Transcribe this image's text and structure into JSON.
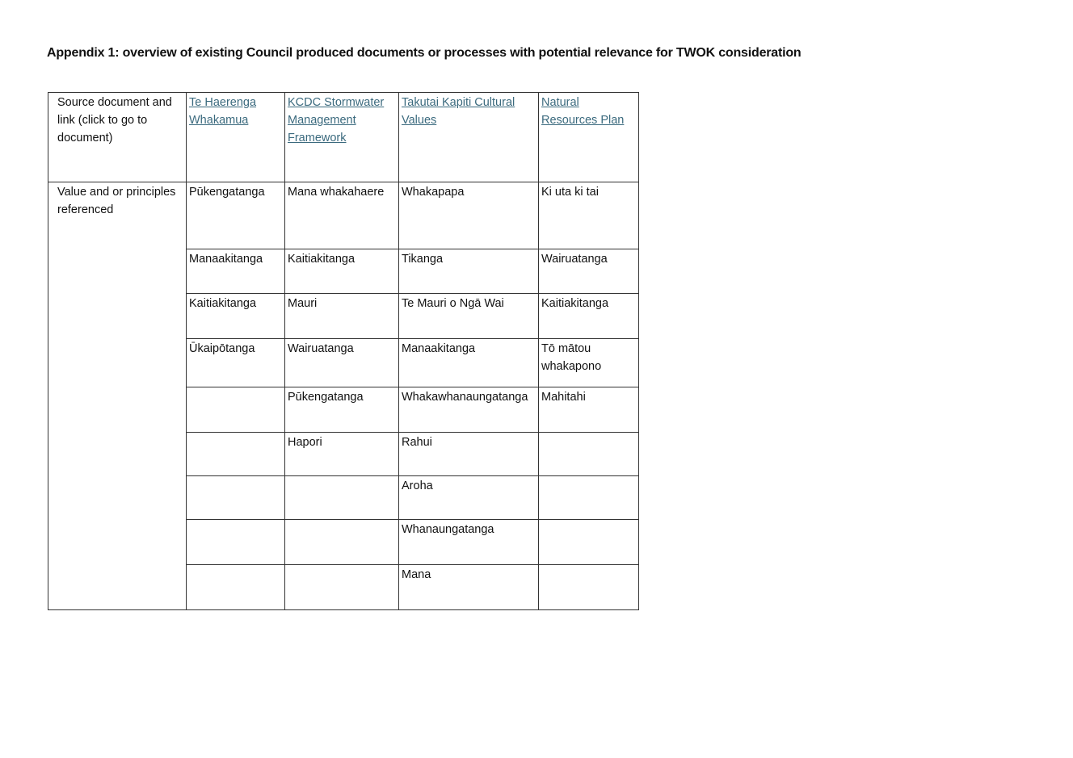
{
  "title": "Appendix 1: overview of existing Council produced documents or processes with potential relevance for TWOK consideration",
  "table": {
    "header_row_label": "Source document and link (click to go to document)",
    "values_row_label": "Value and or principles referenced",
    "documents": [
      "Te Haerenga Whakamua",
      "KCDC Stormwater Management Framework",
      "Takutai Kapiti Cultural Values",
      "Natural Resources Plan"
    ],
    "rows": [
      [
        "Pūkengatanga",
        "Mana whakahaere",
        "Whakapapa",
        "Ki uta ki tai"
      ],
      [
        "Manaakitanga",
        "Kaitiakitanga",
        "Tikanga",
        "Wairuatanga"
      ],
      [
        "Kaitiakitanga",
        "Mauri",
        "Te Mauri o Ngā Wai",
        "Kaitiakitanga"
      ],
      [
        "Ūkaipōtanga",
        "Wairuatanga",
        "Manaakitanga",
        "Tō mātou whakapono"
      ],
      [
        "",
        "Pūkengatanga",
        "Whakawhanaungatanga",
        "Mahitahi"
      ],
      [
        "",
        "Hapori",
        "Rahui",
        ""
      ],
      [
        "",
        "",
        "Aroha",
        ""
      ],
      [
        "",
        "",
        "Whanaungatanga",
        ""
      ],
      [
        "",
        "",
        "Mana",
        ""
      ]
    ]
  },
  "colors": {
    "link": "#3b6a7e",
    "border": "#333333",
    "text": "#111111"
  }
}
